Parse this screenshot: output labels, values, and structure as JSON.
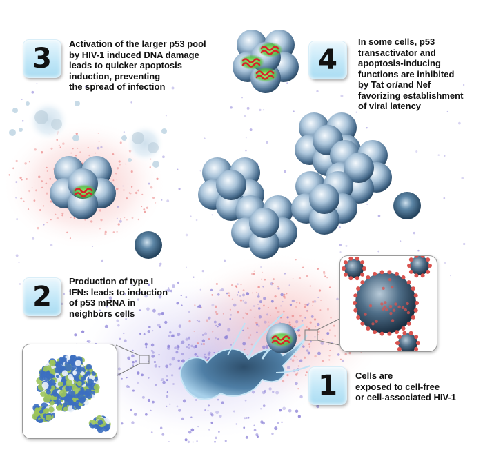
{
  "steps": [
    {
      "number": "3",
      "lines": [
        "Activation of the larger p53 pool",
        "by HIV-1 induced DNA damage",
        "leads to quicker apoptosis",
        "induction, preventing",
        "the spread of infection"
      ]
    },
    {
      "number": "4",
      "lines": [
        "In some cells, p53",
        "transactivator and",
        "apoptosis-inducing",
        "functions are inhibited",
        "by Tat or/and Nef",
        "favorizing establishment",
        "of viral latency"
      ]
    },
    {
      "number": "2",
      "lines": [
        "Production of type I",
        "IFNs leads to induction",
        "of p53 mRNA in",
        "neighbors cells"
      ]
    },
    {
      "number": "1",
      "lines": [
        "Cells are",
        "exposed to cell-free",
        "or cell-associated HIV-1"
      ]
    }
  ],
  "colors": {
    "badge": "#bfe6f7",
    "cell": "#7fa6c4",
    "p53_rna": "#d8232a",
    "p53_glow": "#7ce04a",
    "virus_spike": "#d9534f",
    "ifn_dots": "#8a7fd6",
    "apoptosis_halo": "#f3a3a3",
    "protein_blue": "#3c6fc0",
    "protein_green": "#9cc45a"
  },
  "icons": [
    "cell-cluster-icon",
    "apoptotic-cell-icon",
    "hiv-virion-icon",
    "dendritic-cell-icon",
    "ifn-protein-icon"
  ]
}
